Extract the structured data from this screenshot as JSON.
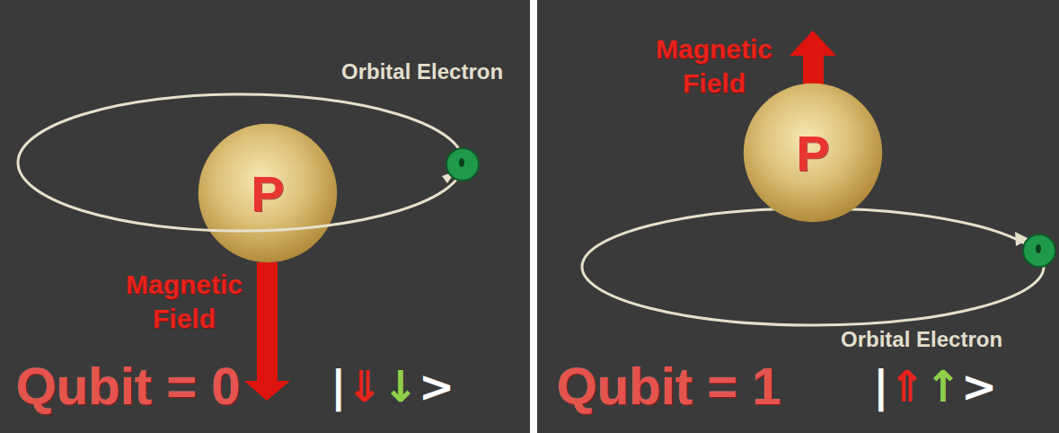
{
  "diagram": {
    "nodes": [
      {
        "text": [
          "P"
        ]
      },
      {
        "text": [
          "P"
        ]
      }
    ],
    "labels": [
      "Orbital Electron",
      "Magnetic Field",
      "Qubit = 0",
      "|",
      "⇓",
      "↓",
      ">",
      "Magnetic Field",
      "Orbital Electron",
      "Qubit = 1",
      "|",
      "⇑",
      "↑",
      ">"
    ]
  }
}
